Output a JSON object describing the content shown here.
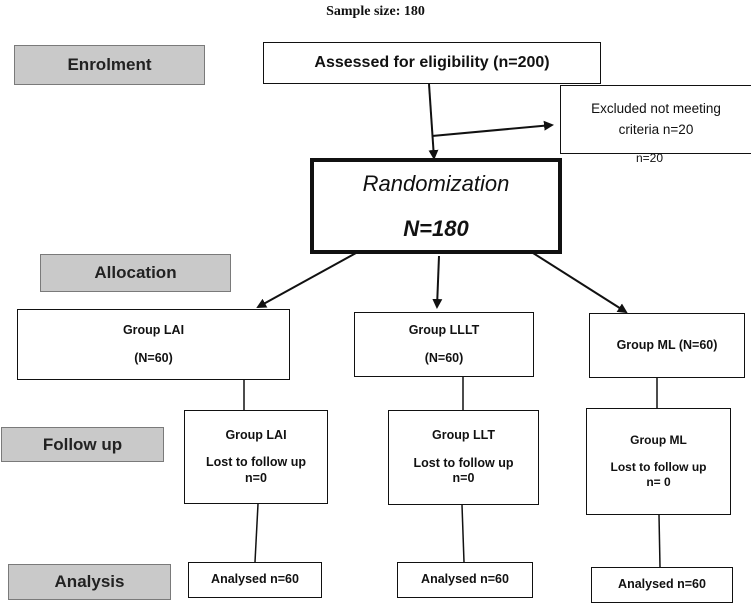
{
  "title": "Sample size: 180",
  "stages": {
    "enrolment": "Enrolment",
    "allocation": "Allocation",
    "follow_up": "Follow up",
    "analysis": "Analysis"
  },
  "assessed": "Assessed for eligibility (n=200)",
  "excluded": {
    "line1": "Excluded not meeting",
    "line2": "criteria n=20",
    "stray": "n=20"
  },
  "randomization": {
    "label": "Randomization",
    "n": "N=180"
  },
  "groups": [
    {
      "name": "Group LAI",
      "n": "(N=60)"
    },
    {
      "name": "Group LLLT",
      "n": "(N=60)"
    },
    {
      "name": "Group ML (N=60)"
    }
  ],
  "followups": [
    {
      "name": "Group LAI",
      "lost": "Lost to follow up",
      "n": "n=0"
    },
    {
      "name": "Group LLT",
      "lost": "Lost to follow up",
      "n": "n=0"
    },
    {
      "name": "Group ML",
      "lost": "Lost to follow up",
      "n": "n= 0"
    }
  ],
  "analysed": [
    "Analysed n=60",
    "Analysed n=60",
    "Analysed n=60"
  ]
}
